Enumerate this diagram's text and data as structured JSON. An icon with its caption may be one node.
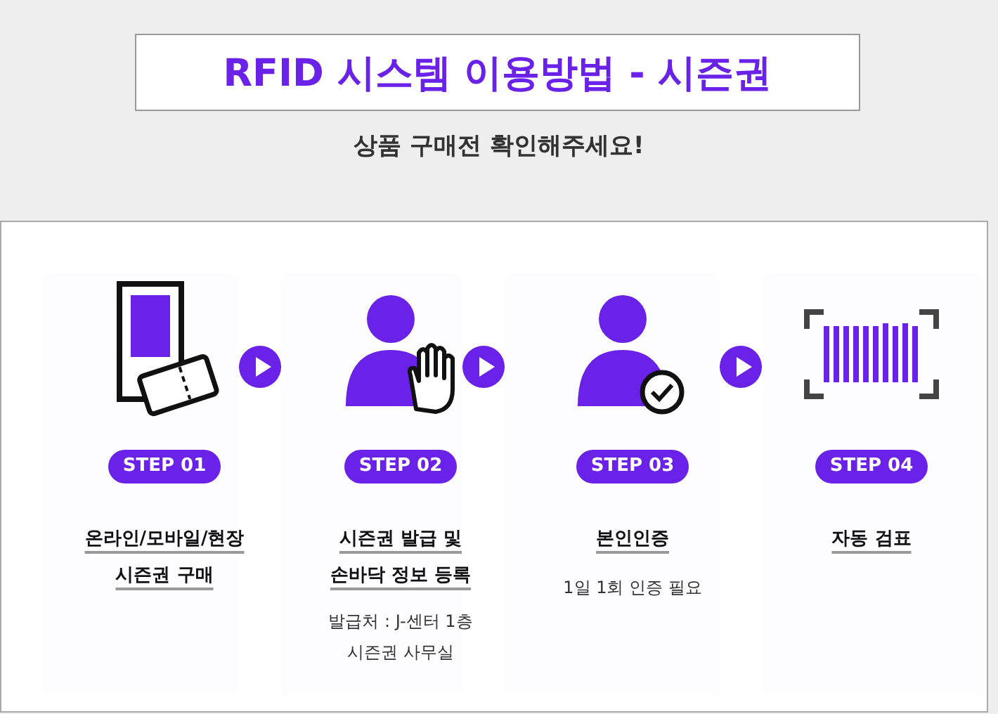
{
  "diagram": {
    "title": "RFID 시스템 이용방법 - 시즌권",
    "nodes": [
      {
        "text": [
          "STEP 01",
          "온라인/모바일/현장 시즌권 구매"
        ]
      },
      {
        "text": [
          "STEP 02",
          "시즌권 발급 및 손바닥 정보 등록",
          "발급처 : J-센터 1층 시즌권 사무실"
        ]
      },
      {
        "text": [
          "STEP 03",
          "본인인증",
          "1일 1회 인증 필요"
        ]
      },
      {
        "text": [
          "STEP 04",
          "자동 검표"
        ]
      }
    ],
    "edges": [
      {
        "from": 0,
        "to": 1,
        "arrow": "to"
      },
      {
        "from": 1,
        "to": 2,
        "arrow": "to"
      },
      {
        "from": 2,
        "to": 3,
        "arrow": "to"
      }
    ],
    "labels": [
      "상품 구매전 확인해주세요!"
    ]
  }
}
